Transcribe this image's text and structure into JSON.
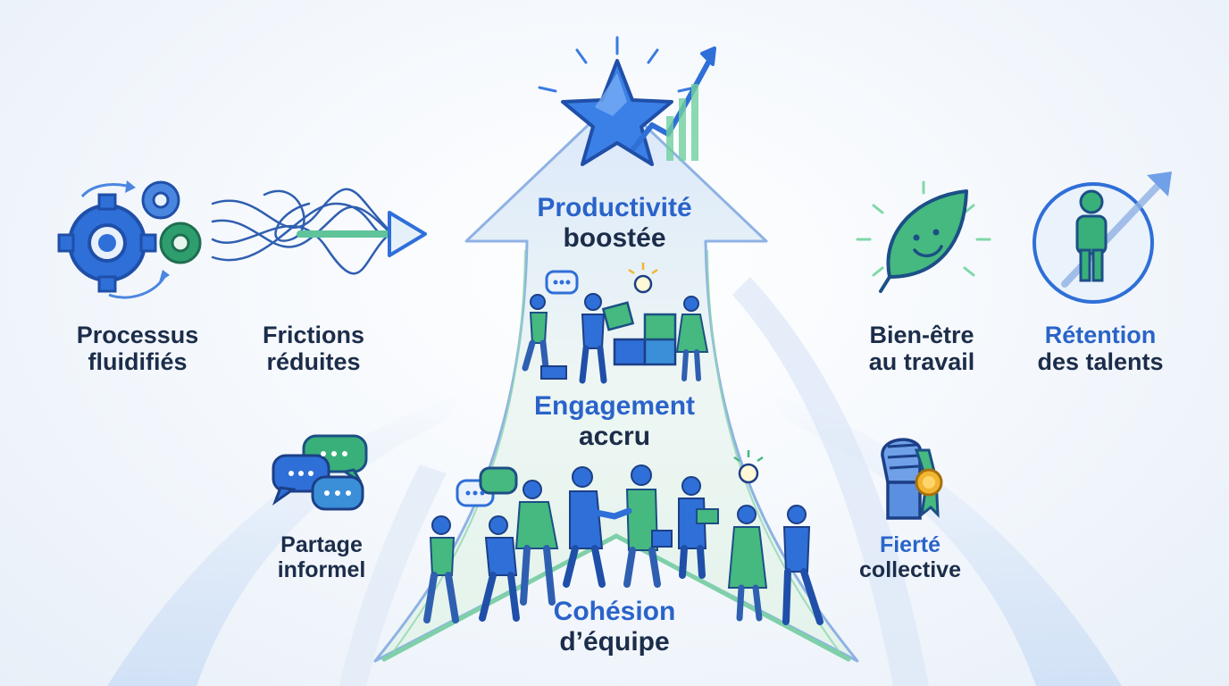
{
  "colors": {
    "primary_blue": "#2f6fd8",
    "deep_blue": "#1f4fa8",
    "green": "#38b27a",
    "dark_text": "#1c2d4a",
    "accent_text": "#2a63c9",
    "gold": "#f2b531"
  },
  "labels": {
    "productivite": {
      "line1": "Productivité",
      "line2": "boostée"
    },
    "engagement": {
      "line1": "Engagement",
      "line2": "accru"
    },
    "cohesion": {
      "line1": "Cohésion",
      "line2": "d’équipe"
    },
    "processus": {
      "line1": "Processus",
      "line2": "fluidifiés"
    },
    "frictions": {
      "line1": "Frictions",
      "line2": "réduites"
    },
    "partage": {
      "line1": "Partage",
      "line2": "informel"
    },
    "bienetre": {
      "line1": "Bien-être",
      "line2": "au travail"
    },
    "retention": {
      "line1": "Rétention",
      "line2": "des talents"
    },
    "fierte": {
      "line1": "Fierté",
      "line2": "collective"
    }
  },
  "icons": {
    "star": "star-icon",
    "growth_arrow": "growth-arrow-icon",
    "gears": "gears-icon",
    "tangled_lines": "tangled-arrow-icon",
    "chat_bubbles": "chat-bubbles-icon",
    "leaf_smile": "smiling-leaf-icon",
    "person_arrow": "person-growth-icon",
    "fist_medal": "fist-medal-icon",
    "team_collaboration": "team-collaboration-icon",
    "team_handshake": "team-handshake-icon"
  }
}
